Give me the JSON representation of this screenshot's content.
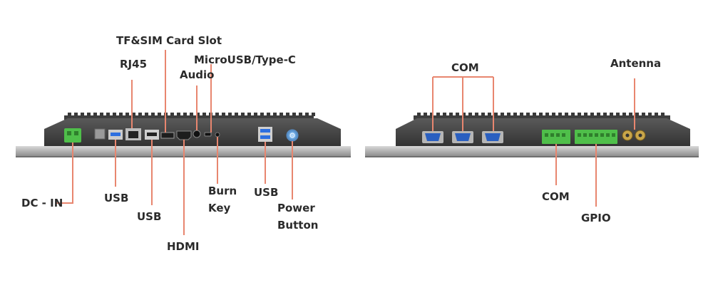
{
  "left_panel": {
    "labels": {
      "tf_sim": "TF&SIM Card Slot",
      "rj45": "RJ45",
      "microusb": "MicroUSB/Type-C",
      "audio": "Audio",
      "dc_in": "DC - IN",
      "usb_a": "USB",
      "usb_b": "USB",
      "hdmi": "HDMI",
      "burn_key_1": "Burn",
      "burn_key_2": "Key",
      "usb_c": "USB",
      "power_1": "Power",
      "power_2": "Button"
    }
  },
  "right_panel": {
    "labels": {
      "com_top": "COM",
      "antenna": "Antenna",
      "com_bottom": "COM",
      "gpio": "GPIO"
    }
  },
  "colors": {
    "leader": "#e8866f",
    "housing": "#4a4a4a",
    "bezel": "#b8b8b8",
    "terminal_green": "#4fbf4a",
    "vga_blue": "#2a5fc0",
    "usb_blue": "#2d6fe0"
  }
}
